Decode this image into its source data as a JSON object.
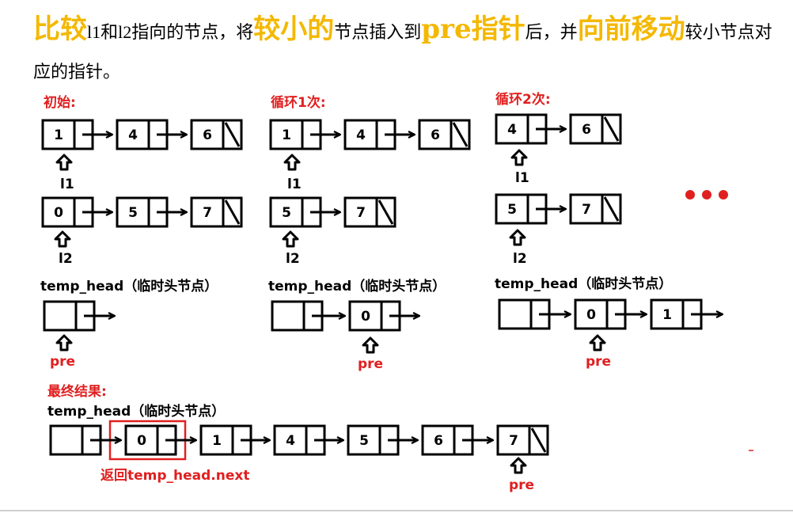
{
  "title": {
    "seg1": "比较",
    "seg2": "l1和l2",
    "seg3": "指向的节点，将",
    "seg4": "较小的",
    "seg5": "节点插入到",
    "seg6": "pre指针",
    "seg7": "后，并",
    "seg8": "向前移动",
    "seg9": "较小节点对应的指针。"
  },
  "panels": {
    "initial": "初始:",
    "loop1": "循环1次:",
    "loop2": "循环2次:",
    "final": "最终结果:"
  },
  "temp_head_label": "temp_head（临时头节点）",
  "pointers": {
    "l1": "l1",
    "l2": "l2",
    "pre": "pre"
  },
  "return_label": "返回temp_head.next",
  "lists": {
    "initial_l1": [
      "1",
      "4",
      "6"
    ],
    "initial_l2": [
      "0",
      "5",
      "7"
    ],
    "loop1_l1": [
      "1",
      "4",
      "6"
    ],
    "loop1_l2": [
      "5",
      "7"
    ],
    "loop2_l1": [
      "4",
      "6"
    ],
    "loop2_l2": [
      "5",
      "7"
    ],
    "loop1_temp": [
      "0"
    ],
    "loop2_temp": [
      "0",
      "1"
    ],
    "final": [
      "0",
      "1",
      "4",
      "5",
      "6",
      "7"
    ]
  },
  "colors": {
    "highlight": "#f5b800",
    "red": "#e02020",
    "dots": "#e02020"
  }
}
